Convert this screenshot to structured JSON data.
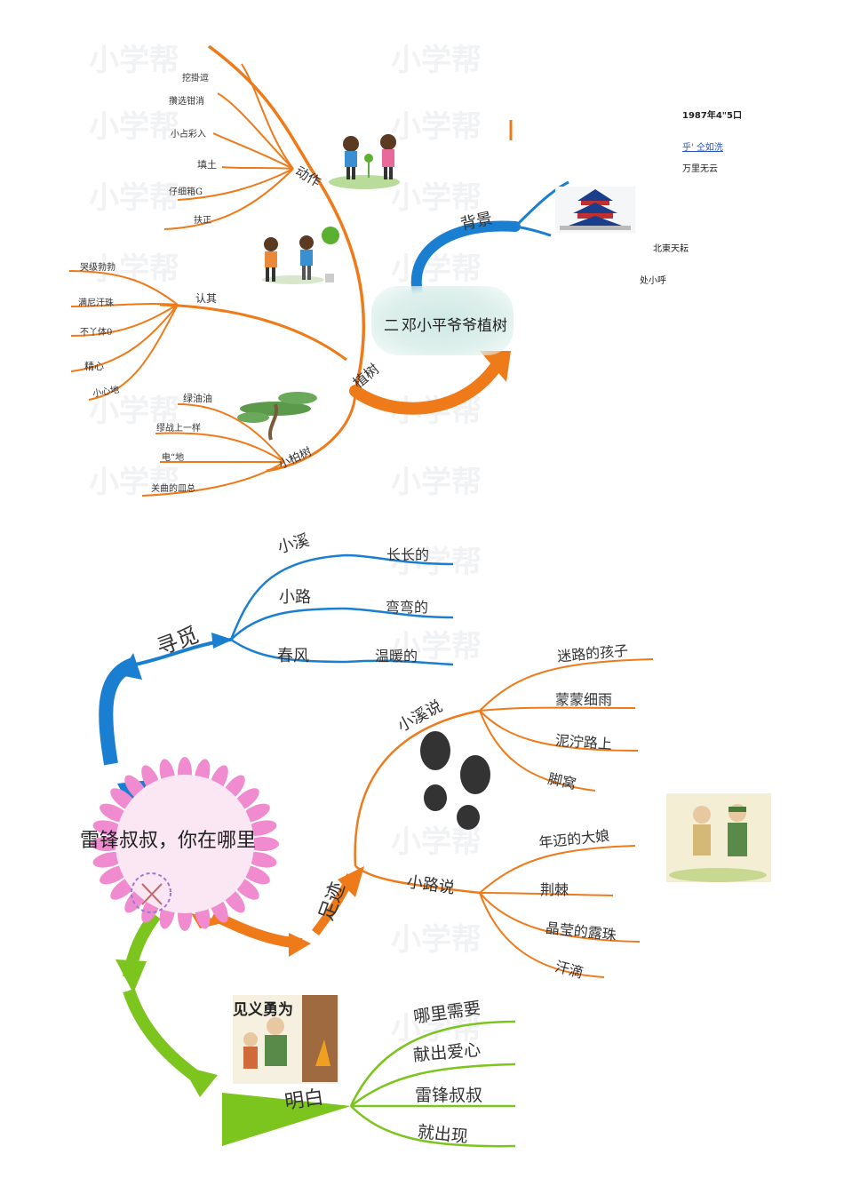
{
  "map1": {
    "center": "邓小平爷爷植树",
    "branch_background": "背景",
    "branch_planting": "植树",
    "sub_action": "动作",
    "sub_serious": "认其",
    "sub_cypress": "小柏树",
    "action_items": [
      "挖掛逗",
      "攢选钳消",
      "小占彩入",
      "填土",
      "仔细箱G",
      "扶正"
    ],
    "serious_items": [
      "哭级勃勃",
      "满尼汗珠",
      "不丫体0",
      "精心",
      "小心地"
    ],
    "cypress_items": [
      "绿油油",
      "缪战上一样",
      "电“地",
      "关曲的皿总"
    ]
  },
  "notes": {
    "date": "1987年4\"5口",
    "weather_link": "乎' 仝如洗",
    "clouds": "万里无云",
    "place": "北東天耘",
    "place2": "处小呼"
  },
  "map2": {
    "center": "雷锋叔叔，你在哪里",
    "branch_search": "寻觅",
    "branch_footprints": "足迹",
    "branch_understand": "明白",
    "search_items": [
      {
        "name": "小溪",
        "desc": "长长的"
      },
      {
        "name": "小路",
        "desc": "弯弯的"
      },
      {
        "name": "春风",
        "desc": "温暖的"
      }
    ],
    "stream_says": "小溪说",
    "stream_items": [
      "迷路的孩子",
      "蒙蒙细雨",
      "泥泞路上",
      "脚窝"
    ],
    "road_says": "小路说",
    "road_items": [
      "年迈的大娘",
      "荆棘",
      "晶莹的露珠",
      "汗滴"
    ],
    "understand_items": [
      "哪里需要",
      "献出爱心",
      "雷锋叔叔",
      "就出现"
    ],
    "poster_text": "见义勇为"
  },
  "watermark": "小学帮",
  "colors": {
    "orange": "#ef7a1a",
    "blue": "#1a7fd0",
    "green": "#7cc41e",
    "pink": "#f08bd0"
  }
}
